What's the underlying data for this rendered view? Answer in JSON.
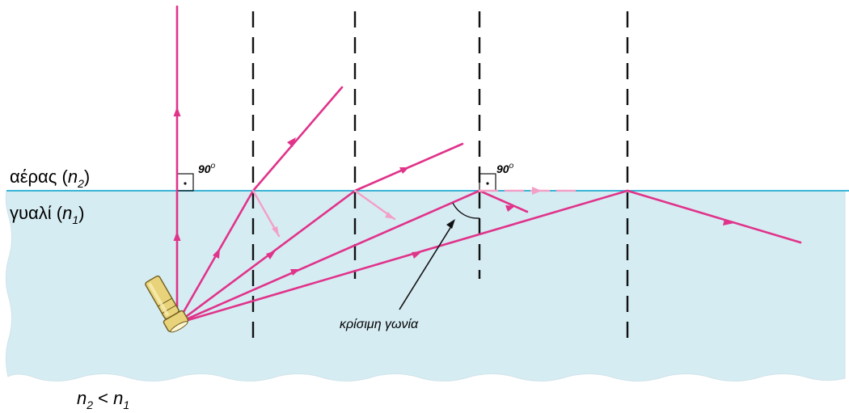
{
  "labels": {
    "air": "αέρας (",
    "air_n": "n",
    "air_sub": "2",
    "air_close": ")",
    "glass": "γυαλί (",
    "glass_n": "n",
    "glass_sub": "1",
    "glass_close": ")",
    "angle_90_left": "90",
    "angle_90_right": "90",
    "degree_mark": "o",
    "critical_angle": "κρίσιμη γωνία",
    "condition_n2": "n",
    "condition_sub2": "2",
    "condition_lt": " < ",
    "condition_n1": "n",
    "condition_sub1": "1"
  },
  "colors": {
    "glass_fill": "#d6ecf3",
    "interface_line": "#3bb4d6",
    "ray": "#e0338a",
    "ray_faint": "#f2a0c6",
    "normal_lines": "#111111",
    "flashlight_body": "#e8d37a"
  },
  "icons": {
    "light_source": "flashlight-icon"
  }
}
